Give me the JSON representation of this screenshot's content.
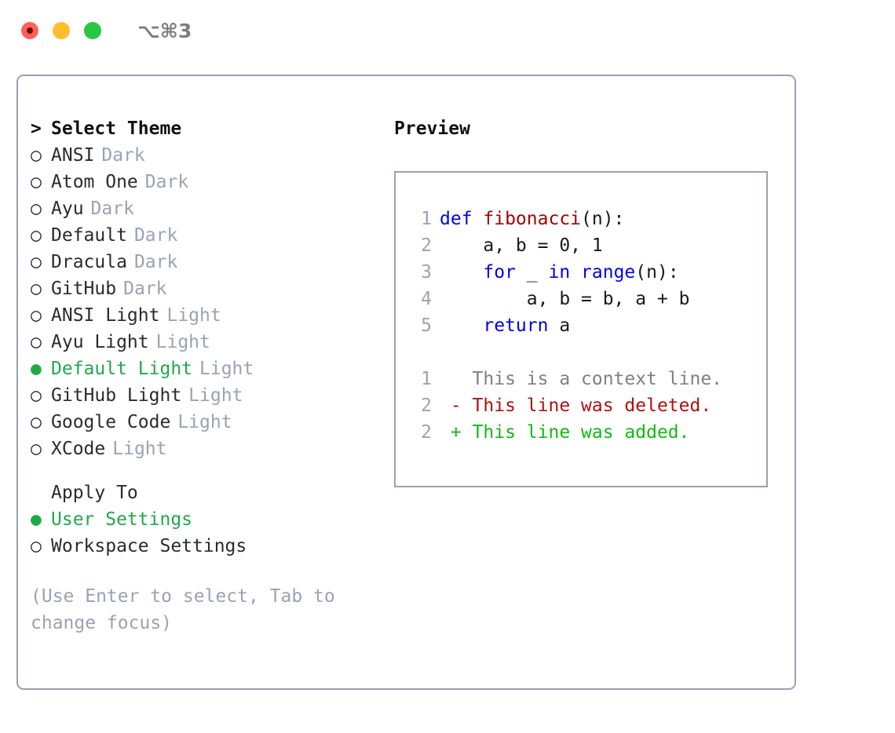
{
  "window": {
    "title": "⌥⌘3",
    "traffic_lights": [
      {
        "name": "close",
        "color": "#ff6159"
      },
      {
        "name": "minimize",
        "color": "#ffbd2e"
      },
      {
        "name": "maximize",
        "color": "#28c840"
      }
    ]
  },
  "colors": {
    "selected_green": "#1faa4a",
    "tag_grey": "#9aa3b2",
    "border": "#97a2b3",
    "keyword_blue": "#0000ee",
    "function_red": "#aa0000",
    "diff_deleted": "#b21010",
    "diff_added": "#11bb11",
    "diff_context": "#808080"
  },
  "theme_list": {
    "header_prompt": ">",
    "header_label": "Select Theme",
    "marker_unselected": "○",
    "marker_selected": "●",
    "items": [
      {
        "marker": "○",
        "label": "ANSI",
        "tag": "Dark",
        "selected": false
      },
      {
        "marker": "○",
        "label": "Atom One",
        "tag": "Dark",
        "selected": false
      },
      {
        "marker": "○",
        "label": "Ayu",
        "tag": "Dark",
        "selected": false
      },
      {
        "marker": "○",
        "label": "Default",
        "tag": "Dark",
        "selected": false
      },
      {
        "marker": "○",
        "label": "Dracula",
        "tag": "Dark",
        "selected": false
      },
      {
        "marker": "○",
        "label": "GitHub",
        "tag": "Dark",
        "selected": false
      },
      {
        "marker": "○",
        "label": "ANSI Light",
        "tag": "Light",
        "selected": false
      },
      {
        "marker": "○",
        "label": "Ayu Light",
        "tag": "Light",
        "selected": false
      },
      {
        "marker": "●",
        "label": "Default Light",
        "tag": "Light",
        "selected": true
      },
      {
        "marker": "○",
        "label": "GitHub Light",
        "tag": "Light",
        "selected": false
      },
      {
        "marker": "○",
        "label": "Google Code",
        "tag": "Light",
        "selected": false
      },
      {
        "marker": "○",
        "label": "XCode",
        "tag": "Light",
        "selected": false
      }
    ]
  },
  "apply_to": {
    "header_label": "Apply To",
    "items": [
      {
        "marker": "●",
        "label": "User Settings",
        "selected": true
      },
      {
        "marker": "○",
        "label": "Workspace Settings",
        "selected": false
      }
    ]
  },
  "hint": "(Use Enter to select, Tab to change focus)",
  "preview": {
    "title": "Preview",
    "code_lines": [
      {
        "lineno": "1",
        "tokens": [
          {
            "text": "def ",
            "style": "kw"
          },
          {
            "text": "fibonacci",
            "style": "fn"
          },
          {
            "text": "(n):",
            "style": "plain"
          }
        ]
      },
      {
        "lineno": "2",
        "tokens": [
          {
            "text": "    a, b = 0, 1",
            "style": "plain"
          }
        ]
      },
      {
        "lineno": "3",
        "tokens": [
          {
            "text": "    ",
            "style": "plain"
          },
          {
            "text": "for",
            "style": "kw"
          },
          {
            "text": " _ ",
            "style": "plain"
          },
          {
            "text": "in",
            "style": "kw"
          },
          {
            "text": " ",
            "style": "plain"
          },
          {
            "text": "range",
            "style": "kw"
          },
          {
            "text": "(n):",
            "style": "plain"
          }
        ]
      },
      {
        "lineno": "4",
        "tokens": [
          {
            "text": "        a, b = b, a + b",
            "style": "plain"
          }
        ]
      },
      {
        "lineno": "5",
        "tokens": [
          {
            "text": "    ",
            "style": "plain"
          },
          {
            "text": "return",
            "style": "kw"
          },
          {
            "text": " a",
            "style": "plain"
          }
        ]
      }
    ],
    "diff_lines": [
      {
        "lineno": "1",
        "tokens": [
          {
            "text": "   This is a context line.",
            "style": "ctx"
          }
        ]
      },
      {
        "lineno": "2",
        "tokens": [
          {
            "text": " - This line was deleted.",
            "style": "del"
          }
        ]
      },
      {
        "lineno": "2",
        "tokens": [
          {
            "text": " + This line was added.",
            "style": "add"
          }
        ]
      }
    ]
  }
}
